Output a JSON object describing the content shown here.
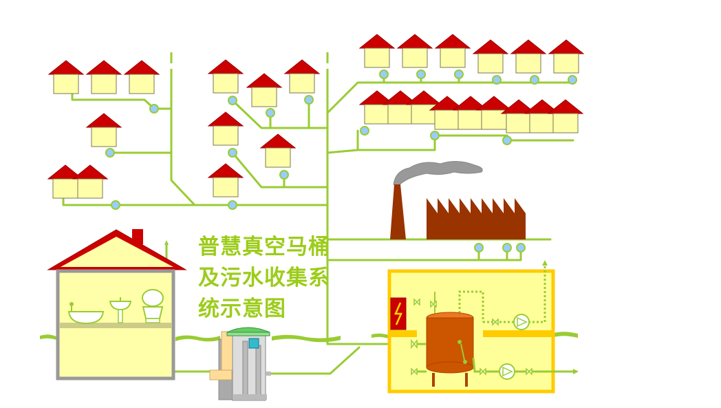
{
  "title": {
    "line1": "普慧真空马桶",
    "line2": "及污水收集系",
    "line3": "统示意图"
  },
  "colors": {
    "pipe": "#99cc33",
    "roof": "#cc0000",
    "house_wall": "#ffffaa",
    "valve": "#99ccff",
    "factory": "#993300",
    "smoke": "#999999",
    "station_border": "#ffcc00",
    "station_fill": "#ffff99",
    "tank": "#cc5500",
    "ground": "#99cc33"
  },
  "icons": [
    "house-icon",
    "vacuum-valve-icon",
    "factory-icon",
    "smoke-icon",
    "toilet-icon",
    "sink-icon",
    "bathtub-icon",
    "vacuum-tank-icon",
    "pump-icon",
    "gate-valve-icon",
    "electric-panel-icon",
    "collection-chamber-icon"
  ]
}
